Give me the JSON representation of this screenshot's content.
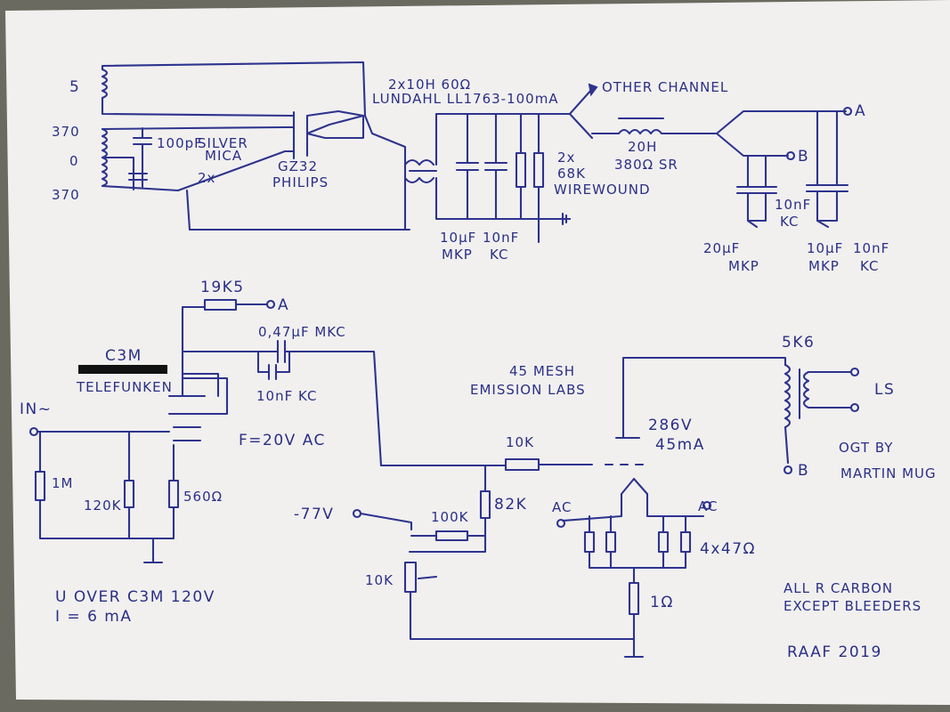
{
  "labels": {
    "tap_5": "5",
    "tap_370_top": "370",
    "tap_0": "0",
    "tap_370_bot": "370",
    "cap_100pf": "100pF",
    "silver": "SILVER",
    "mica": "MICA",
    "times2": "2x",
    "rect_tube": "GZ32",
    "philips": "PHILIPS",
    "choke_spec": "2x10H 60Ω",
    "choke_part": "LUNDAHL LL1763-100mA",
    "other_channel": "OTHER CHANNEL",
    "bleeder_2x": "2x",
    "bleeder_val": "68K",
    "wirewound": "WIREWOUND",
    "c1_val": "10μF",
    "c1_type": "MKP",
    "c2_val": "10nF",
    "c2_type": "KC",
    "choke2_val": "20H",
    "choke2_spec": "380Ω SR",
    "node_a_top": "A",
    "node_b_top": "B",
    "c3_val": "20μF",
    "c3_type": "MKP",
    "c4_val": "10nF",
    "c4_type": "KC",
    "c5_val": "10μF",
    "c5_type": "MKP",
    "c6_val": "10nF",
    "c6_type": "KC",
    "r_19k5": "19K5",
    "node_a_mid": "A",
    "cap_047": "0,47μF MKC",
    "cap_10nf_kc": "10nF KC",
    "c3m": "C3M",
    "telefunken": "TELEFUNKEN",
    "input": "IN~",
    "r_1m": "1M",
    "r_120k": "120K",
    "r_560": "560Ω",
    "filament": "F=20V AC",
    "mesh": "45 MESH",
    "emission_labs": "EMISSION LABS",
    "plate_v": "286V",
    "plate_i": "45mA",
    "r_10k_grid": "10K",
    "r_82k": "82K",
    "r_100k": "100K",
    "bias_v": "-77V",
    "pot_10k": "10K",
    "ac_left": "AC",
    "ac_right": "AC",
    "r_4x47": "4x47Ω",
    "r_1ohm": "1Ω",
    "ot_ratio": "5K6",
    "ls": "LS",
    "node_b_ot": "B",
    "ogt": "OGT BY",
    "martin": "MARTIN MUG",
    "u_c3m": "U OVER C3M 120V",
    "i_c3m": "I = 6 mA",
    "all_r": "ALL R CARBON",
    "except": "EXCEPT BLEEDERS",
    "raaf": "RAAF 2019"
  }
}
